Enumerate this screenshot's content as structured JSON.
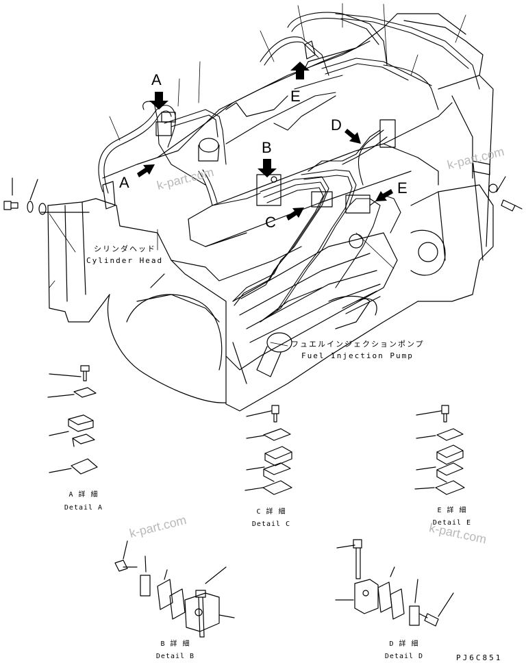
{
  "callouts": [
    "A",
    "A",
    "B",
    "C",
    "D",
    "E",
    "E"
  ],
  "labels": {
    "cylinder_head_jp": "シリンダヘッド",
    "cylinder_head_en": "Cylinder Head",
    "fuel_pump_jp": "フュエルインジェクションポンプ",
    "fuel_pump_en": "Fuel Injection Pump"
  },
  "details": {
    "a_jp": "A 詳 細",
    "a_en": "Detail A",
    "b_jp": "B 詳 細",
    "b_en": "Detail B",
    "c_jp": "C 詳 細",
    "c_en": "Detail C",
    "d_jp": "D 詳 細",
    "d_en": "Detail D",
    "e_jp": "E 詳 細",
    "e_en": "Detail E"
  },
  "watermark": "k-part.com",
  "drawing_code": "PJ6C851"
}
